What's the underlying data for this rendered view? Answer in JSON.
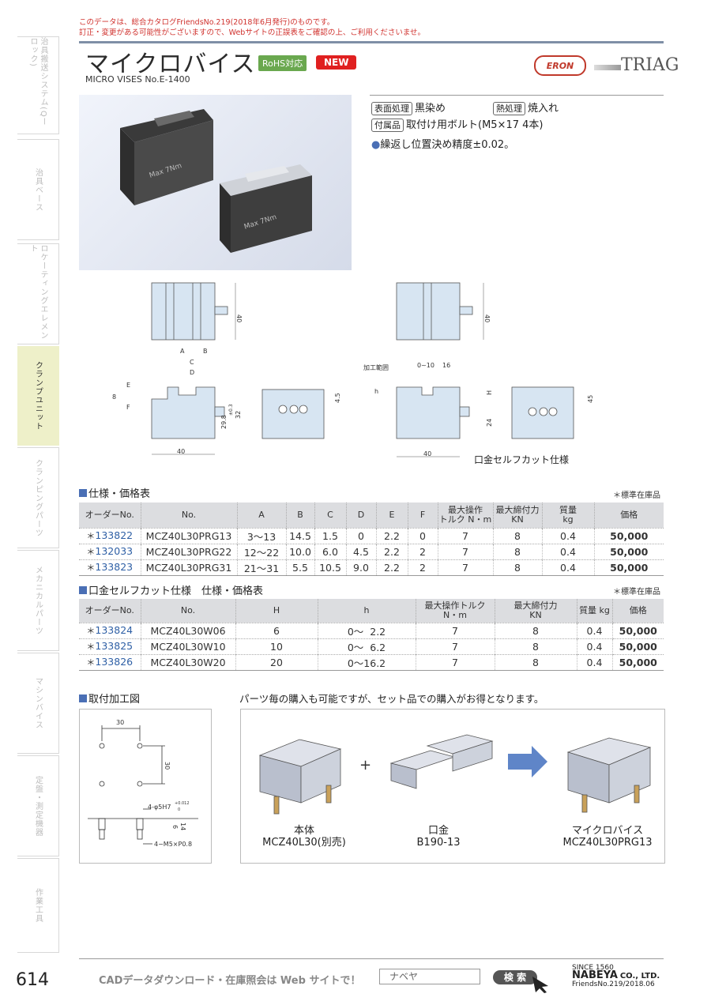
{
  "notice": {
    "line1": "このデータは、総合カタログFriendsNo.219(2018年6月発行)のものです。",
    "line2": "訂正・変更がある可能性がございますので、Webサイトの正誤表をご確認の上、ご利用くださいませ。"
  },
  "sidetabs": [
    {
      "label": "治具搬送システム(Qーロック)",
      "active": false
    },
    {
      "label": "治具ベース",
      "active": false
    },
    {
      "label": "ロケーティングエレメント",
      "active": false
    },
    {
      "label": "クランプユニット",
      "active": true
    },
    {
      "label": "クランピングパーツ",
      "active": false
    },
    {
      "label": "メカニカルパーツ",
      "active": false
    },
    {
      "label": "マシンバイス",
      "active": false
    },
    {
      "label": "定盤・測定機器",
      "active": false
    },
    {
      "label": "作業工具",
      "active": false
    }
  ],
  "header": {
    "title": "マイクロバイス",
    "rohs": "RoHS対応",
    "new_badge": "NEW",
    "subtitle": "MICRO VISES  No.E-1400",
    "brand1": "ERON",
    "brand2": "TRIAG"
  },
  "specs": {
    "surface_label": "表面処理",
    "surface_value": "黒染め",
    "heat_label": "熱処理",
    "heat_value": "焼入れ",
    "accessory_label": "付属品",
    "accessory_value": "取付け用ボルト(M5×17 4本)",
    "note": "繰返し位置決め精度±0.02。"
  },
  "drawings": {
    "dim_40": "40",
    "dim_32": "32",
    "dim_29_8": "29.8",
    "tol": "±0.3",
    "dim_4_5": "4.5",
    "dim_45": "45",
    "dim_24": "24",
    "dim_16": "16",
    "dim_0_10": "0~10",
    "kakou": "加工範囲",
    "A": "A",
    "B": "B",
    "C": "C",
    "D": "D",
    "E": "E",
    "F": "F",
    "H": "H",
    "h": "h",
    "8": "8",
    "selfcut_caption": "口金セルフカット仕様"
  },
  "table1": {
    "heading": "仕様・価格表",
    "stock_note": "＊標準在庫品",
    "headers": [
      "オーダーNo.",
      "No.",
      "A",
      "B",
      "C",
      "D",
      "E",
      "F",
      "最大操作\nトルク N・m",
      "最大締付力\nKN",
      "質量\nkg",
      "価格"
    ],
    "rows": [
      {
        "order": "133822",
        "no": "MCZ40L30PRG13",
        "A": "3〜13",
        "B": "14.5",
        "C": "1.5",
        "D": "0",
        "E": "2.2",
        "F": "0",
        "torque": "7",
        "force": "8",
        "mass": "0.4",
        "price": "50,000"
      },
      {
        "order": "132033",
        "no": "MCZ40L30PRG22",
        "A": "12〜22",
        "B": "10.0",
        "C": "6.0",
        "D": "4.5",
        "E": "2.2",
        "F": "2",
        "torque": "7",
        "force": "8",
        "mass": "0.4",
        "price": "50,000"
      },
      {
        "order": "133823",
        "no": "MCZ40L30PRG31",
        "A": "21〜31",
        "B": "5.5",
        "C": "10.5",
        "D": "9.0",
        "E": "2.2",
        "F": "2",
        "torque": "7",
        "force": "8",
        "mass": "0.4",
        "price": "50,000"
      }
    ]
  },
  "table2": {
    "heading": "口金セルフカット仕様　仕様・価格表",
    "stock_note": "＊標準在庫品",
    "headers": [
      "オーダーNo.",
      "No.",
      "H",
      "h",
      "最大操作トルク\nN・m",
      "最大締付力\nKN",
      "質量 kg",
      "価格"
    ],
    "rows": [
      {
        "order": "133824",
        "no": "MCZ40L30W06",
        "H": "6",
        "h": "0〜  2.2",
        "torque": "7",
        "force": "8",
        "mass": "0.4",
        "price": "50,000"
      },
      {
        "order": "133825",
        "no": "MCZ40L30W10",
        "H": "10",
        "h": "0〜  6.2",
        "torque": "7",
        "force": "8",
        "mass": "0.4",
        "price": "50,000"
      },
      {
        "order": "133826",
        "no": "MCZ40L30W20",
        "H": "20",
        "h": "0〜16.2",
        "torque": "7",
        "force": "8",
        "mass": "0.4",
        "price": "50,000"
      }
    ]
  },
  "mounting": {
    "heading": "取付加工図",
    "dim_30a": "30",
    "dim_30b": "30",
    "hole1": "4-φ5H7",
    "tol1": "+0.012",
    "tol2": "0",
    "d6": "6",
    "d14": "14",
    "thread": "4−M5×P0.8"
  },
  "set": {
    "text": "パーツ毎の購入も可能ですが、セット品での購入がお得となります。",
    "plus": "+",
    "item1_name": "本体",
    "item1_code": "MCZ40L30(別売)",
    "item2_name": "口金",
    "item2_code": "B190-13",
    "item3_name": "マイクロバイス",
    "item3_code": "MCZ40L30PRG13"
  },
  "footer": {
    "page": "614",
    "cad": "CADデータダウンロード・在庫照会は Web サイトで！",
    "search_value": "ナベヤ",
    "search_button": "検 索",
    "since": "SINCE 1560",
    "company": "NABEYA",
    "company_suffix": "CO., LTD.",
    "friends": "FriendsNo.219/2018.06"
  },
  "colors": {
    "accent_blue": "#4a6fb5",
    "red": "#c0392b",
    "rohs_green": "#6aa84f",
    "active_tab": "#eef0c9"
  }
}
